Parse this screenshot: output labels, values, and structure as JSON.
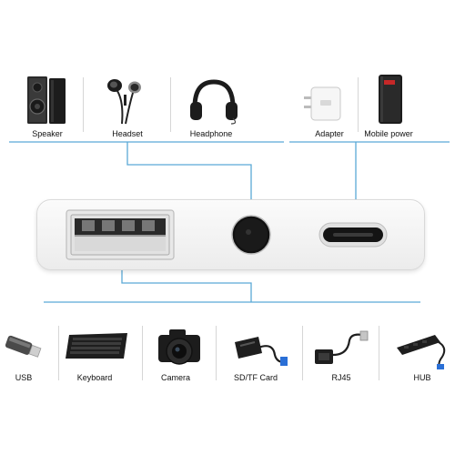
{
  "top_devices": [
    {
      "key": "speaker",
      "label": "Speaker",
      "icon": "speaker-icon"
    },
    {
      "key": "headset",
      "label": "Headset",
      "icon": "headset-icon"
    },
    {
      "key": "headphone",
      "label": "Headphone",
      "icon": "headphone-icon"
    },
    {
      "key": "adapter",
      "label": "Adapter",
      "icon": "power-adapter-icon"
    },
    {
      "key": "mobile_power",
      "label": "Mobile power",
      "icon": "power-bank-icon"
    }
  ],
  "bottom_devices": [
    {
      "key": "usb",
      "label": "USB",
      "icon": "usb-stick-icon"
    },
    {
      "key": "keyboard",
      "label": "Keyboard",
      "icon": "keyboard-icon"
    },
    {
      "key": "camera",
      "label": "Camera",
      "icon": "camera-icon"
    },
    {
      "key": "sdtf",
      "label": "SD/TF Card",
      "icon": "card-reader-icon"
    },
    {
      "key": "rj45",
      "label": "RJ45",
      "icon": "ethernet-adapter-icon"
    },
    {
      "key": "hub",
      "label": "HUB",
      "icon": "usb-hub-icon"
    }
  ],
  "colors": {
    "connector_line": "#5aa9d6",
    "adapter_body": "#f2f2f2",
    "port_dark": "#1a1a1a"
  },
  "adapter_ports": [
    "usb-a-port",
    "audio-jack-port",
    "lightning-port"
  ]
}
